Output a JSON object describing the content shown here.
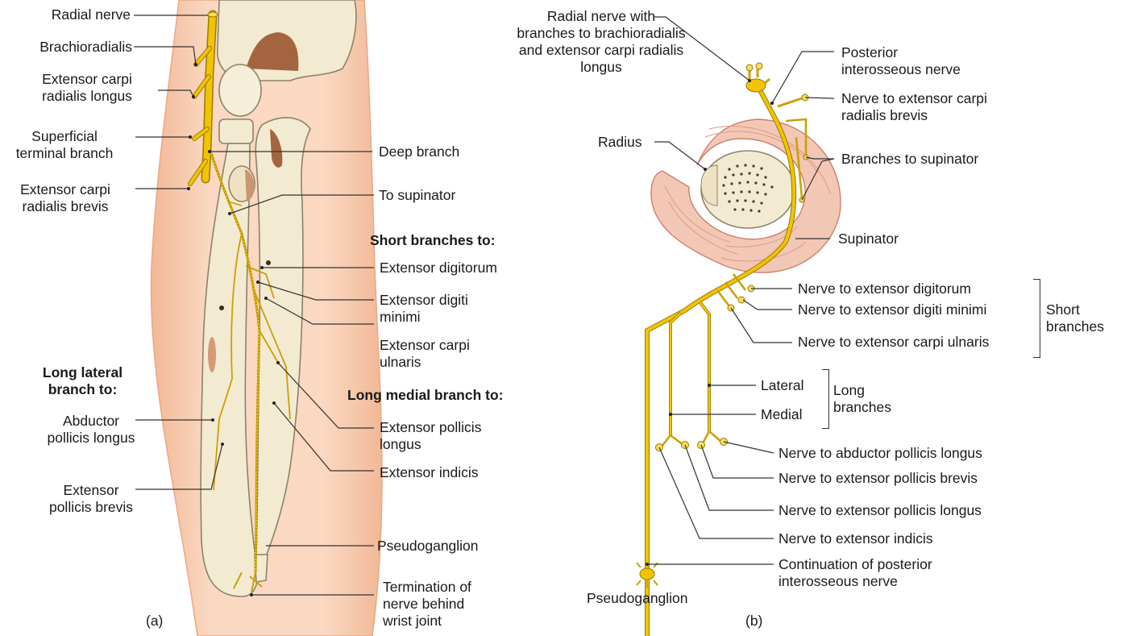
{
  "panel_a": {
    "caption": "(a)",
    "left_labels": {
      "radial_nerve": "Radial nerve",
      "brachioradialis": "Brachioradialis",
      "ecrl_1": "Extensor carpi",
      "ecrl_2": "radialis longus",
      "superficial_1": "Superficial",
      "superficial_2": "terminal branch",
      "ecrb_1": "Extensor carpi",
      "ecrb_2": "radialis brevis",
      "long_lateral_1": "Long lateral",
      "long_lateral_2": "branch to:",
      "apl_1": "Abductor",
      "apl_2": "pollicis longus",
      "epb_1": "Extensor",
      "epb_2": "pollicis brevis"
    },
    "right_labels": {
      "deep_branch": "Deep branch",
      "to_supinator": "To supinator",
      "short_branches_to": "Short branches to:",
      "ext_digitorum": "Extensor digitorum",
      "edm_1": "Extensor digiti",
      "edm_2": "minimi",
      "ecu_1": "Extensor carpi",
      "ecu_2": "ulnaris",
      "long_medial": "Long medial branch to:",
      "epl_1": "Extensor pollicis",
      "epl_2": "longus",
      "ext_indicis": "Extensor indicis",
      "pseudoganglion": "Pseudoganglion",
      "term_1": "Termination of",
      "term_2": "nerve behind",
      "term_3": "wrist joint"
    }
  },
  "panel_b": {
    "caption": "(b)",
    "labels": {
      "rn_1": "Radial nerve with",
      "rn_2": "branches to brachioradialis",
      "rn_3": "and extensor carpi radialis",
      "rn_4": "longus",
      "pin_1": "Posterior",
      "pin_2": "interosseous nerve",
      "ecrb_1": "Nerve to extensor carpi",
      "ecrb_2": "radialis brevis",
      "radius": "Radius",
      "branches_supinator": "Branches to supinator",
      "supinator": "Supinator",
      "n_ed": "Nerve to extensor digitorum",
      "n_edm": "Nerve to extensor digiti minimi",
      "n_ecu": "Nerve to extensor carpi ulnaris",
      "short_1": "Short",
      "short_2": "branches",
      "lateral": "Lateral",
      "medial": "Medial",
      "long_1": "Long",
      "long_2": "branches",
      "n_apl": "Nerve to abductor pollicis longus",
      "n_epb": "Nerve to extensor pollicis brevis",
      "n_epl": "Nerve to extensor pollicis longus",
      "n_ei": "Nerve to extensor indicis",
      "cont_1": "Continuation of posterior",
      "cont_2": "interosseous nerve",
      "pseudoganglion": "Pseudoganglion"
    }
  },
  "colors": {
    "nerve": "#f2c400",
    "nerve_outline": "#9a7a00",
    "skin": "#f7cdb0",
    "skin_edge": "#e7a985",
    "bone": "#f3ead2",
    "bone_edge": "#8c826c",
    "bone_dark": "#a0643f",
    "muscle": "#f3c7b6",
    "muscle_line": "#d99a86",
    "leader": "#333333"
  }
}
